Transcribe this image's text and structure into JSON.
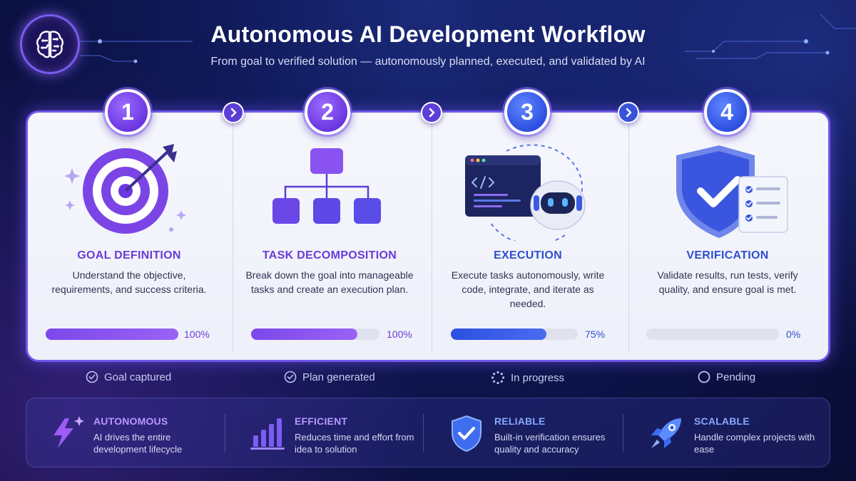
{
  "header": {
    "title": "Autonomous AI Development Workflow",
    "subtitle": "From goal to verified solution — autonomously planned, executed, and validated by AI",
    "logo_icon": "brain-icon"
  },
  "colors": {
    "purple": "#6a3cd8",
    "blue": "#2e4fcf",
    "panel_border": "#6f57e8",
    "background": "#0b1142"
  },
  "stages": [
    {
      "number": "1",
      "title": "GOAL DEFINITION",
      "description": "Understand the objective, requirements, and success criteria.",
      "progress": 100,
      "progress_label": "100%",
      "status": "Goal captured",
      "status_icon": "check-circle-icon",
      "icon": "target-icon"
    },
    {
      "number": "2",
      "title": "TASK DECOMPOSITION",
      "description": "Break down the goal into manageable tasks and create an execution plan.",
      "progress": 83,
      "progress_label": "100%",
      "status": "Plan generated",
      "status_icon": "check-circle-icon",
      "icon": "hierarchy-icon"
    },
    {
      "number": "3",
      "title": "EXECUTION",
      "description": "Execute tasks autonomously, write code, integrate, and iterate as needed.",
      "progress": 75,
      "progress_label": "75%",
      "status": "In progress",
      "status_icon": "spinner-icon",
      "icon": "code-robot-icon"
    },
    {
      "number": "4",
      "title": "VERIFICATION",
      "description": "Validate results, run tests, verify quality, and ensure goal is met.",
      "progress": 0,
      "progress_label": "0%",
      "status": "Pending",
      "status_icon": "empty-circle-icon",
      "icon": "shield-check-icon"
    }
  ],
  "features": [
    {
      "title": "AUTONOMOUS",
      "description": "AI drives the entire development lifecycle",
      "icon": "lightning-icon"
    },
    {
      "title": "EFFICIENT",
      "description": "Reduces time and effort from idea to solution",
      "icon": "bar-chart-icon"
    },
    {
      "title": "RELIABLE",
      "description": "Built-in verification ensures quality and accuracy",
      "icon": "shield-check-icon"
    },
    {
      "title": "SCALABLE",
      "description": "Handle complex projects with ease",
      "icon": "rocket-icon"
    }
  ]
}
